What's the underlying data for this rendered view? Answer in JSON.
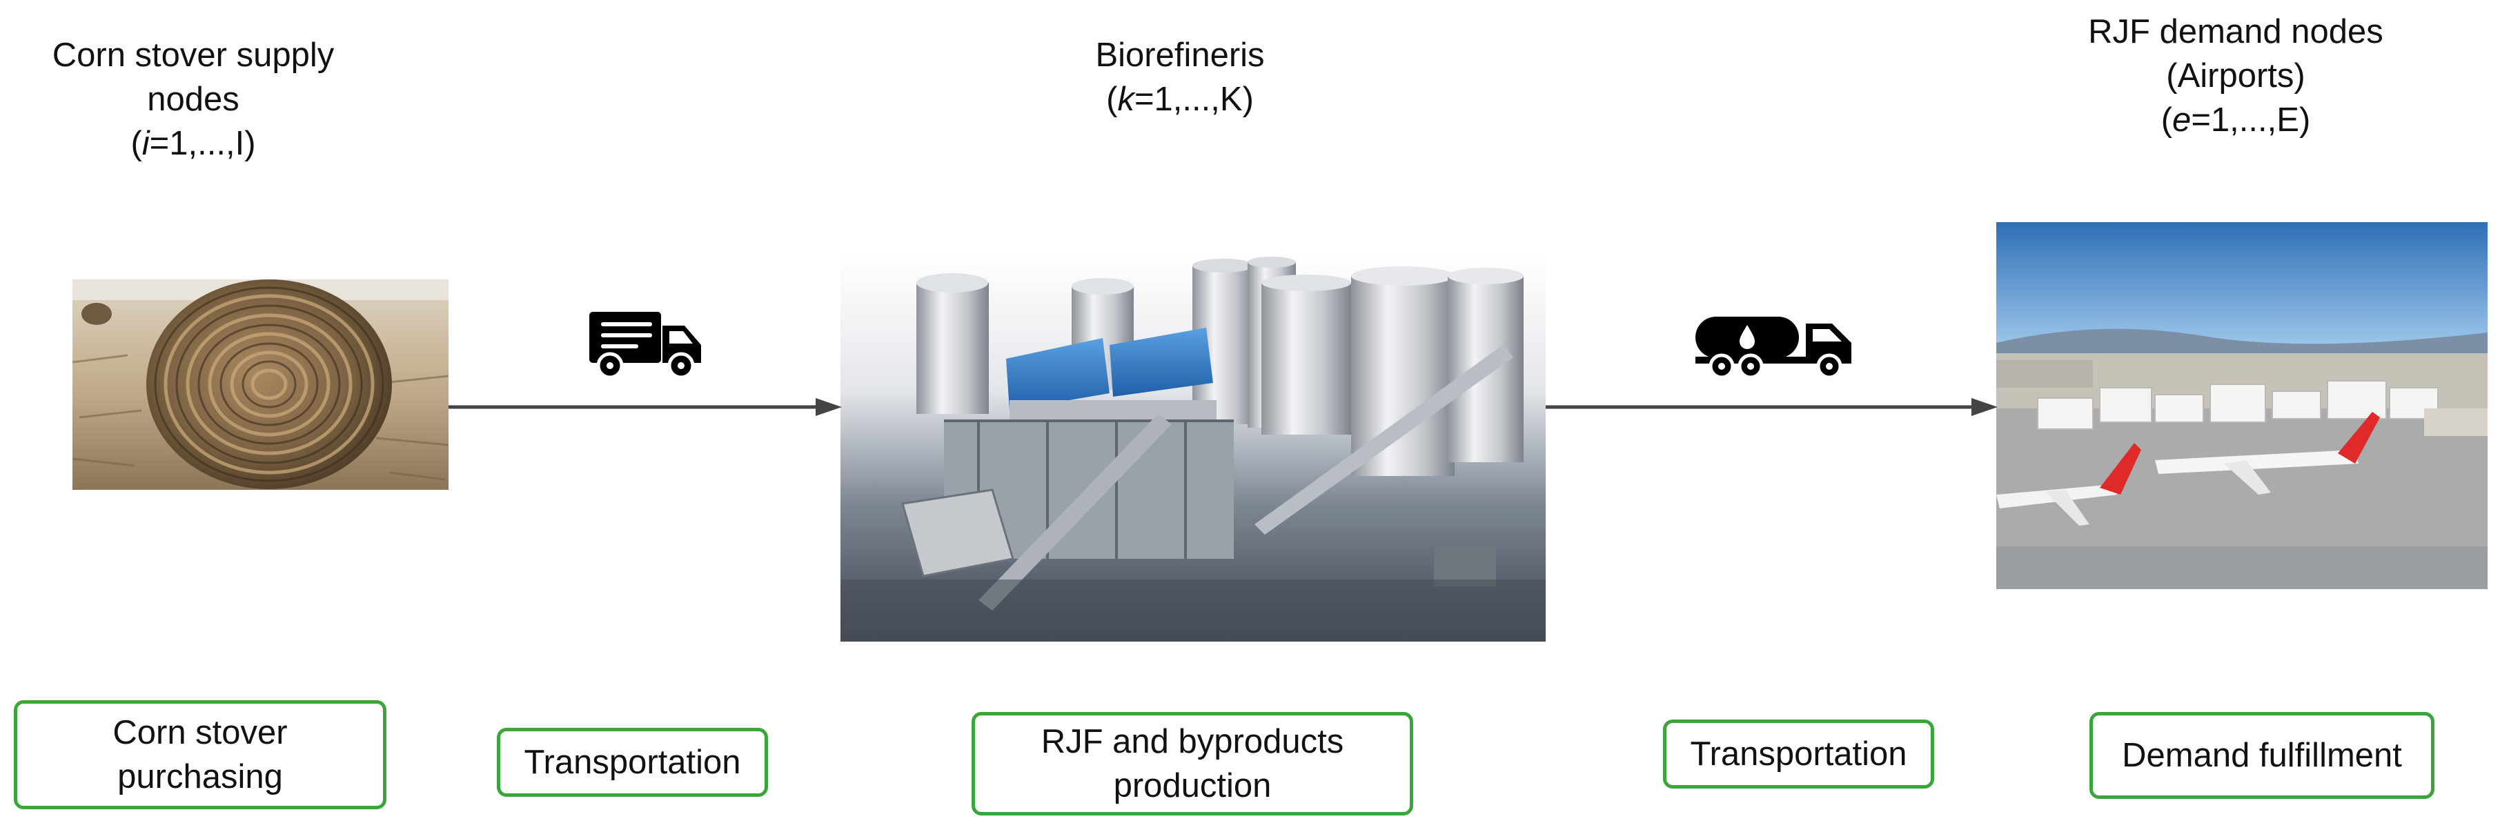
{
  "nodes": {
    "supply": {
      "title": "Corn stover supply nodes",
      "index_var": "i",
      "index_rest": "=1,...,I",
      "image": "corn-stover-bale-photo"
    },
    "biorefinery": {
      "title": "Biorefineris",
      "index_var": "k",
      "index_rest": "=1,...,K",
      "image": "biorefinery-plant-photo"
    },
    "demand": {
      "title_line1": "RJF demand nodes",
      "title_line2": "(Airports)",
      "index_var": "e",
      "index_rest": "=1,...,E",
      "image": "airport-photo"
    }
  },
  "links": {
    "supply_to_refinery": {
      "icon": "truck-icon"
    },
    "refinery_to_airport": {
      "icon": "tanker-truck-icon"
    }
  },
  "activities": [
    {
      "label": "Corn stover purchasing"
    },
    {
      "label": "Transportation"
    },
    {
      "label": "RJF and byproducts production"
    },
    {
      "label": "Transportation"
    },
    {
      "label": "Demand fulfillment"
    }
  ],
  "colors": {
    "box_border": "#3aa63a",
    "arrow": "#444444",
    "icon": "#000000"
  }
}
